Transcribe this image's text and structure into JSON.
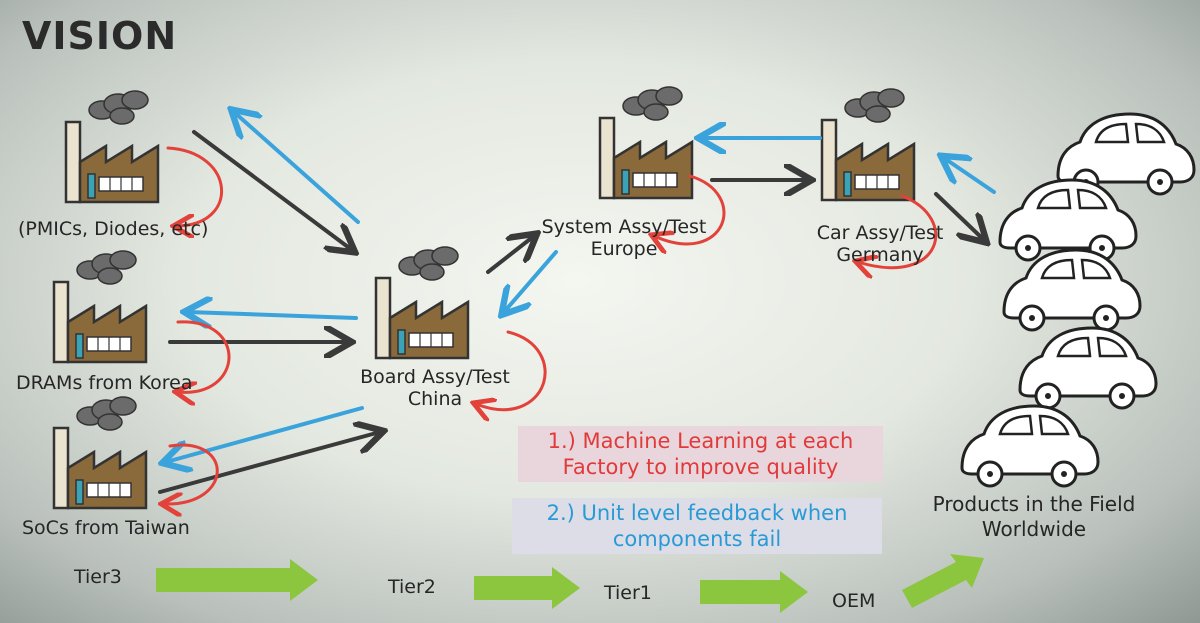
{
  "title": "VISION",
  "factories": {
    "tier3_top": "(PMICs, Diodes, etc)",
    "tier3_mid": "DRAMs from Korea",
    "tier3_bot": "SoCs from Taiwan",
    "tier2_line1": "Board Assy/Test",
    "tier2_line2": "China",
    "tier1_line1": "System Assy/Test",
    "tier1_line2": "Europe",
    "oem_line1": "Car Assy/Test",
    "oem_line2": "Germany"
  },
  "field": {
    "line1": "Products in the Field",
    "line2": "Worldwide"
  },
  "notes": {
    "ml": [
      "1.) Machine Learning at each",
      "Factory to improve quality"
    ],
    "feedback": [
      "2.) Unit level feedback when",
      "components fail"
    ]
  },
  "tiers": {
    "tier3": "Tier3",
    "tier2": "Tier2",
    "tier1": "Tier1",
    "oem": "OEM"
  },
  "colors": {
    "forward": "#3a3a3a",
    "feedback": "#3ba3dc",
    "loop": "#e2423a",
    "tier_arrow": "#8cc63f"
  }
}
